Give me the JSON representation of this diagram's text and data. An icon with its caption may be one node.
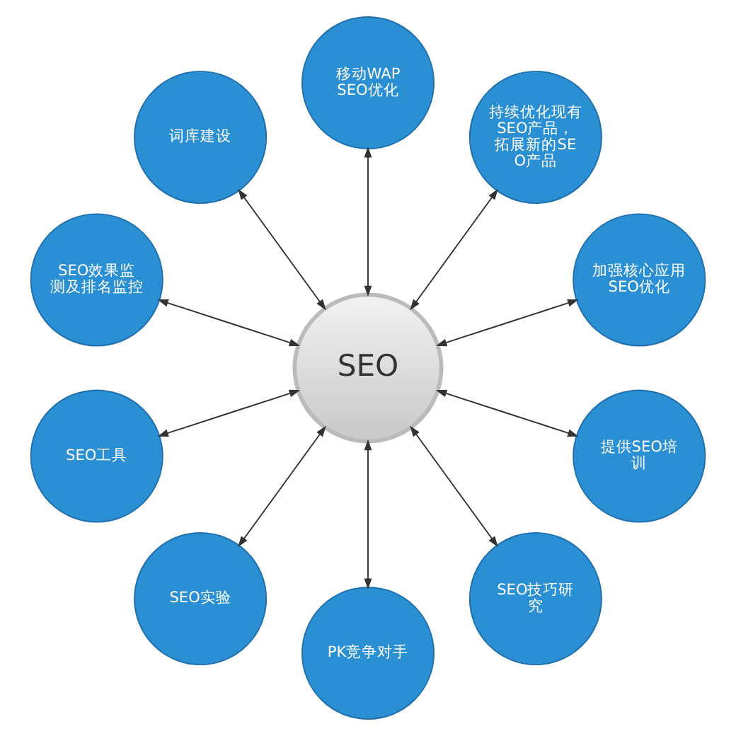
{
  "diagram": {
    "nodes": [
      {
        "text": [
          "SEO"
        ]
      },
      {
        "text": [
          "加强核心应用SEO优化"
        ]
      },
      {
        "text": [
          "持续优化现有SEO产品，拓展新的SEO产品"
        ]
      },
      {
        "text": [
          "移动WAP SEO优化"
        ]
      },
      {
        "text": [
          "词库建设"
        ]
      },
      {
        "text": [
          "SEO效果监测及排名监控"
        ]
      },
      {
        "text": [
          "SEO工具"
        ]
      },
      {
        "text": [
          "SEO实验"
        ]
      },
      {
        "text": [
          "PK竞争对手"
        ]
      },
      {
        "text": [
          "SEO技巧研究"
        ]
      },
      {
        "text": [
          "提供SEO培训"
        ]
      }
    ],
    "edges": [
      {
        "from": 0,
        "to": 1,
        "arrow": "both"
      },
      {
        "from": 0,
        "to": 2,
        "arrow": "both"
      },
      {
        "from": 0,
        "to": 3,
        "arrow": "both"
      },
      {
        "from": 0,
        "to": 4,
        "arrow": "both"
      },
      {
        "from": 0,
        "to": 5,
        "arrow": "both"
      },
      {
        "from": 0,
        "to": 6,
        "arrow": "both"
      },
      {
        "from": 0,
        "to": 7,
        "arrow": "both"
      },
      {
        "from": 0,
        "to": 8,
        "arrow": "both"
      },
      {
        "from": 0,
        "to": 9,
        "arrow": "both"
      },
      {
        "from": 0,
        "to": 10,
        "arrow": "both"
      }
    ]
  }
}
